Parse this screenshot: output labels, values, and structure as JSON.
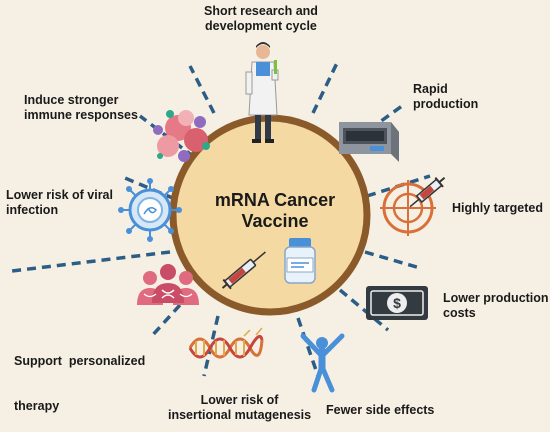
{
  "center": {
    "line1": "mRNA Cancer",
    "line2": "Vaccine"
  },
  "benefits": [
    {
      "line1": "Short research and",
      "line2": "development cycle",
      "icon": "scientist-icon"
    },
    {
      "line1": "Rapid",
      "line2": "production",
      "icon": "sequencer-machine-icon"
    },
    {
      "line1": "Highly targeted",
      "line2": "",
      "icon": "target-syringe-icon"
    },
    {
      "line1": "Lower production",
      "line2": "costs",
      "icon": "dollar-bill-icon"
    },
    {
      "line1": "Fewer side effects",
      "line2": "",
      "icon": "happy-person-icon"
    },
    {
      "line1": "Lower risk of",
      "line2": "insertional mutagenesis",
      "icon": "dna-helix-icon"
    },
    {
      "line1": "Support  personalized",
      "line2": "therapy",
      "icon": "people-dna-icon"
    },
    {
      "line1": "Lower risk of viral",
      "line2": "infection",
      "icon": "virus-icon"
    },
    {
      "line1": "Induce stronger",
      "line2": "immune responses",
      "icon": "immune-cells-icon"
    }
  ],
  "colors": {
    "background": "#f6f0e4",
    "circle_fill": "#f5d9a2",
    "circle_ring": "#8b5a2b",
    "spoke": "#2c5d86",
    "accent_red": "#c5463f",
    "accent_blue": "#4a90d9",
    "accent_pink": "#e06a80"
  }
}
